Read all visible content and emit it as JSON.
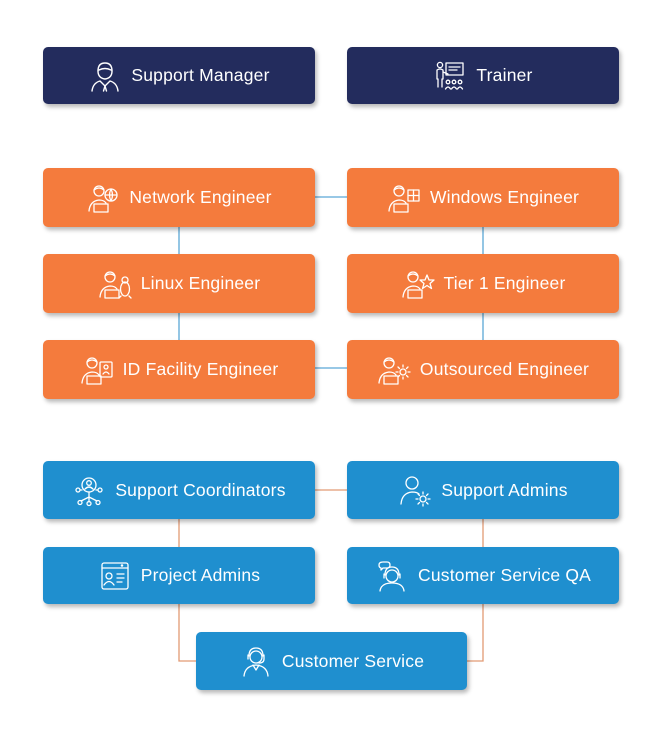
{
  "colors": {
    "navy": "#232c5d",
    "orange": "#f47b3d",
    "blue": "#1f8fcf",
    "orange_connector": "#e29a74",
    "blue_connector": "#5aa7d6"
  },
  "top_row": [
    {
      "label": "Support Manager",
      "icon": "manager-icon"
    },
    {
      "label": "Trainer",
      "icon": "trainer-presentation-icon"
    }
  ],
  "engineers": [
    {
      "label": "Network Engineer",
      "icon": "network-engineer-icon"
    },
    {
      "label": "Windows Engineer",
      "icon": "windows-engineer-icon"
    },
    {
      "label": "Linux Engineer",
      "icon": "linux-engineer-icon"
    },
    {
      "label": "Tier 1 Engineer",
      "icon": "tier1-engineer-icon"
    },
    {
      "label": "ID Facility Engineer",
      "icon": "id-facility-engineer-icon"
    },
    {
      "label": "Outsourced Engineer",
      "icon": "outsourced-engineer-icon"
    }
  ],
  "support": [
    {
      "label": "Support Coordinators",
      "icon": "coordinators-icon"
    },
    {
      "label": "Support Admins",
      "icon": "support-admins-icon"
    },
    {
      "label": "Project Admins",
      "icon": "project-admins-icon"
    },
    {
      "label": "Customer Service QA",
      "icon": "customer-service-qa-icon"
    },
    {
      "label": "Customer Service",
      "icon": "customer-service-icon"
    }
  ]
}
